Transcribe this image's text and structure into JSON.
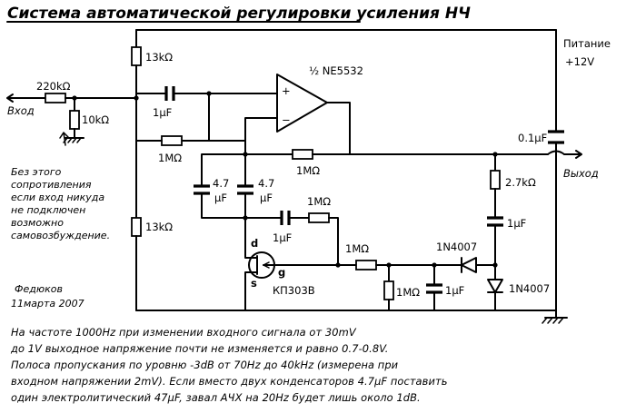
{
  "title": "Система автоматической регулировки усиления НЧ",
  "labels": {
    "r_in": "220kΩ",
    "r_shunt": "10kΩ",
    "input": "Вход",
    "r_top": "13kΩ",
    "r_bottom": "13kΩ",
    "c_in": "1µF",
    "r_fb": "1MΩ",
    "opamp": "½ NE5532",
    "supply_1": "Питание",
    "supply_2": "+12V",
    "c_supply": "0.1µF",
    "output": "Выход",
    "r_1m_mid": "1MΩ",
    "c_47_a1": "4.7",
    "c_47_a2": "µF",
    "c_47_b1": "4.7",
    "c_47_b2": "µF",
    "r_1m_rc": "1MΩ",
    "c_1u_rc": "1µF",
    "r_27k": "2.7kΩ",
    "c_1u_right": "1µF",
    "r_1m_gate": "1MΩ",
    "d1": "1N4007",
    "d2": "1N4007",
    "r_1m_low": "1MΩ",
    "c_1u_low": "1µF",
    "transistor": "КП303В",
    "pin_d": "d",
    "pin_s": "s",
    "pin_g": "g",
    "op_plus": "+",
    "op_minus": "−"
  },
  "note_lines": [
    "Без этого",
    "сопротивления",
    "если вход никуда",
    "не подключен",
    "возможно",
    "самовозбуждение."
  ],
  "author_lines": [
    "Федюков",
    "11марта 2007"
  ],
  "description_lines": [
    "На частоте 1000Hz при изменении входного сигнала от 30mV",
    "до 1V выходное напряжение почти не изменяется и равно 0.7-0.8V.",
    "Полоса пропускания по уровню -3dB от 70Hz до 40kHz (измерена при",
    "входном напряжении 2mV). Если вместо двух конденсаторов 4.7µF поставить",
    "один электролитический 47µF, завал АЧХ на 20Hz будет лишь около 1dB."
  ]
}
